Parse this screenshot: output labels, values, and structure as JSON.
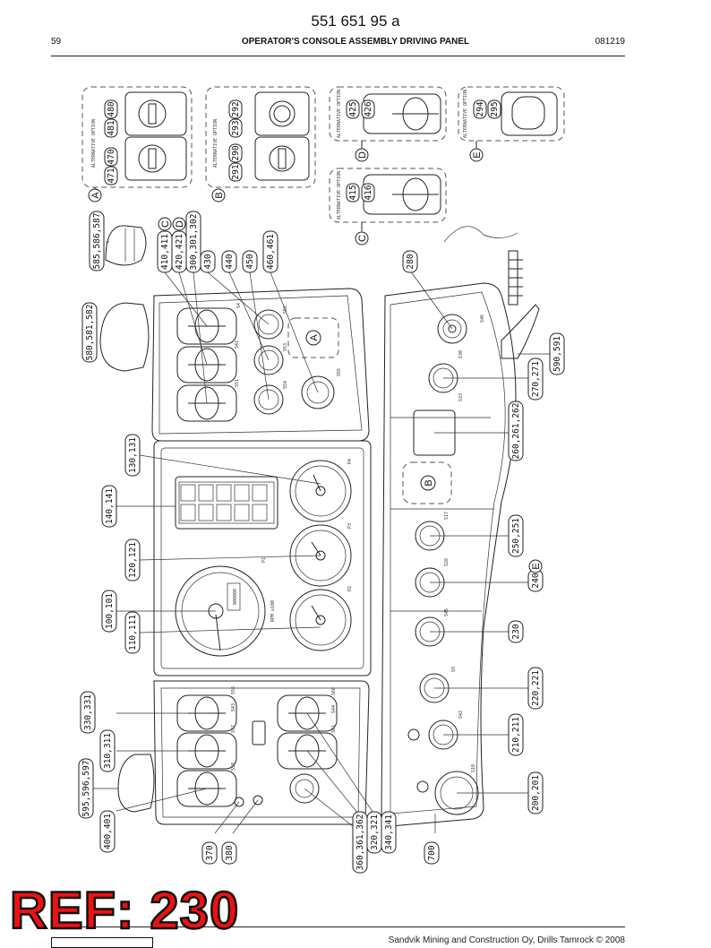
{
  "header": {
    "part_number": "551 651 95 a",
    "page": "59",
    "title": "OPERATOR'S CONSOLE ASSEMBLY DRIVING PANEL",
    "date_code": "081219"
  },
  "stamp": {
    "text": "REF: 230",
    "color": "#ee1111"
  },
  "footer": {
    "copyright": "Sandvik Mining and Construction Oy, Drills Tamrock © 2008"
  },
  "alternatives": {
    "label": "ALTERNATIVE OPTION",
    "A": {
      "letter": "A",
      "parts": [
        "470",
        "471",
        "480",
        "481"
      ]
    },
    "B": {
      "letter": "B",
      "parts": [
        "290",
        "291",
        "292",
        "293"
      ]
    },
    "C": {
      "letter": "C",
      "parts": [
        "415",
        "416"
      ]
    },
    "D": {
      "letter": "D",
      "parts": [
        "425",
        "426"
      ]
    },
    "E": {
      "letter": "E",
      "parts": [
        "294",
        "295"
      ]
    }
  },
  "callouts": [
    "585,586,587",
    "410,411",
    "420,421",
    "300,301,302",
    "430",
    "440",
    "450",
    "460,461",
    "580,581,582",
    "280",
    "590,591",
    "270,271",
    "260,261,262",
    "130,131",
    "140,141",
    "120,121",
    "100,101",
    "110,111",
    "250,251",
    "240",
    "230",
    "220,221",
    "210,211",
    "200,201",
    "330,331",
    "310,311",
    "595,596,597",
    "400,401",
    "370",
    "380",
    "360,361,362",
    "320,321",
    "340,341",
    "700"
  ],
  "callout_letters": {
    "c410": "C",
    "c420": "D",
    "c240": "E"
  },
  "panel_markers": {
    "A": "A",
    "B": "B"
  },
  "gauge_text": {
    "rpm": "RPM x100",
    "odometer": "000000"
  },
  "panel_codes": [
    "S4",
    "S41",
    "S51",
    "S52",
    "S53",
    "S54",
    "S55",
    "S56",
    "S57",
    "S58",
    "S60",
    "S61",
    "P1",
    "P2",
    "P3",
    "P4",
    "S17",
    "S28",
    "S30",
    "S33",
    "S42",
    "S43",
    "S44",
    "S45",
    "S46",
    "S9",
    "S10"
  ]
}
